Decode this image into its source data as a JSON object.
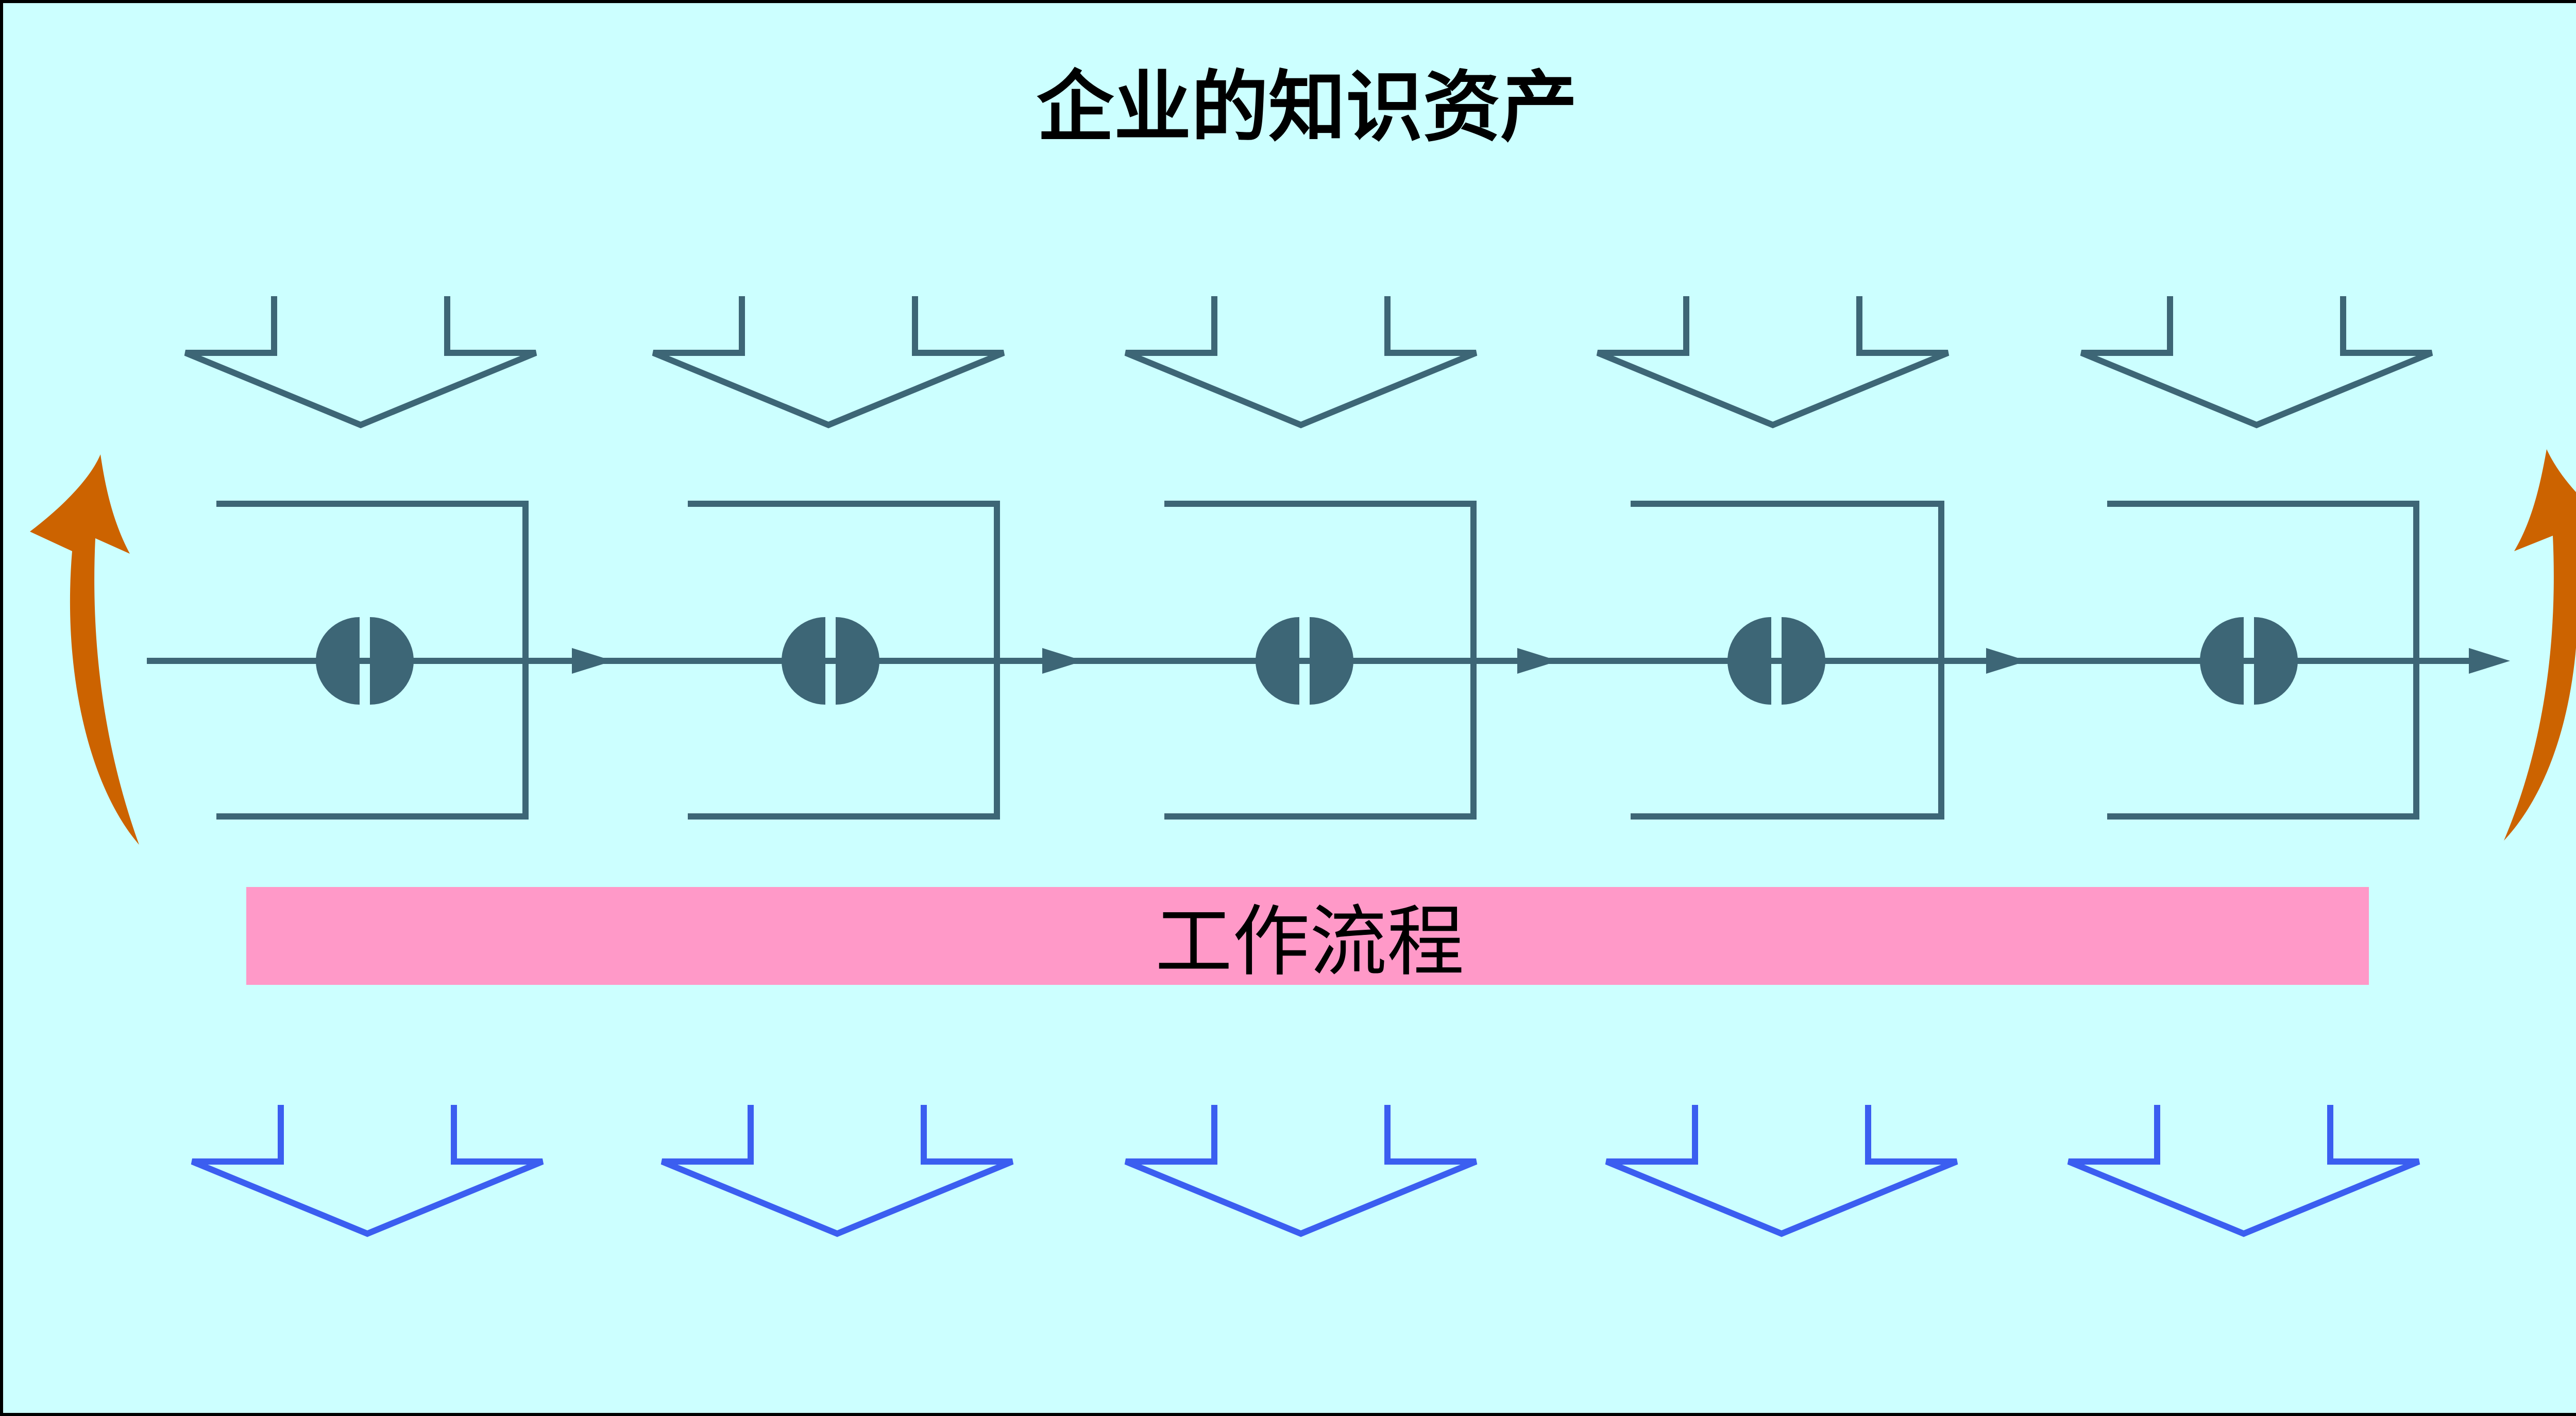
{
  "title": "企业的知识资产",
  "band_label": "工作流程",
  "colors": {
    "background": "#ccffff",
    "frame": "#000000",
    "process": "#3d6676",
    "output": "#3b5ef0",
    "band": "#ff99c8",
    "arrow": "#cc6300"
  },
  "stages": 5
}
